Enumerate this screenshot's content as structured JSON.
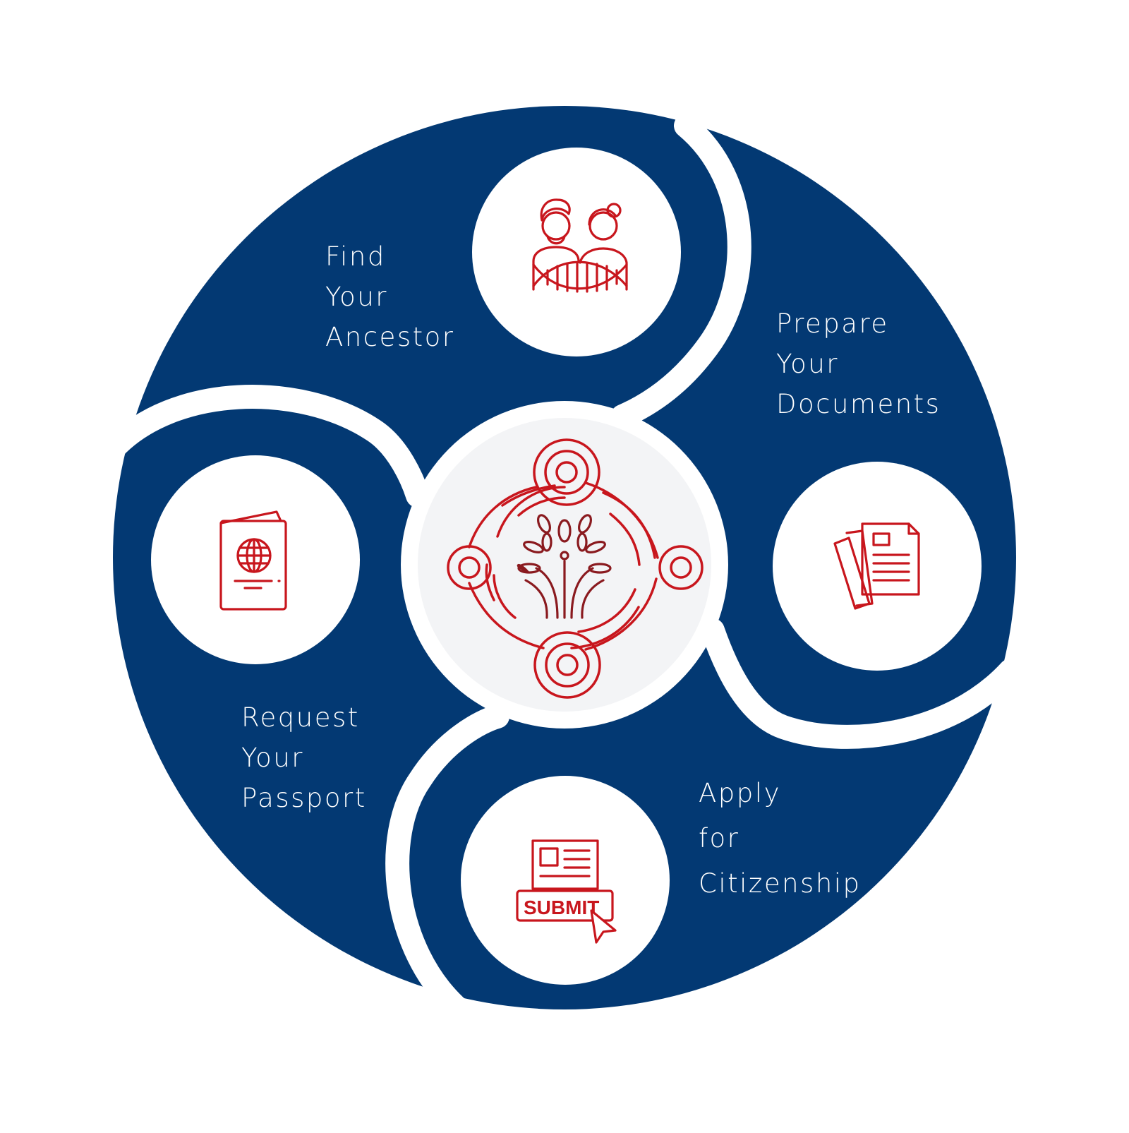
{
  "colors": {
    "background": "#ffffff",
    "ring": "#033973",
    "icon_circle": "#ffffff",
    "icon_stroke": "#c8161d",
    "center_disc": "#f3f4f6",
    "tree": "#8a1a1f"
  },
  "center": {
    "icon": "tree-of-life-emblem-icon"
  },
  "steps": [
    {
      "id": "find-ancestor",
      "lines": [
        "Find",
        "Your",
        "Ancestor"
      ],
      "icon": "ancestors-dna-icon"
    },
    {
      "id": "prepare-docs",
      "lines": [
        "Prepare",
        "Your",
        "Documents"
      ],
      "icon": "documents-icon"
    },
    {
      "id": "apply",
      "lines": [
        "Apply",
        "for",
        "Citizenship"
      ],
      "icon": "submit-form-icon",
      "icon_text": "SUBMIT"
    },
    {
      "id": "request-passport",
      "lines": [
        "Request",
        "Your",
        "Passport"
      ],
      "icon": "passport-icon"
    }
  ]
}
